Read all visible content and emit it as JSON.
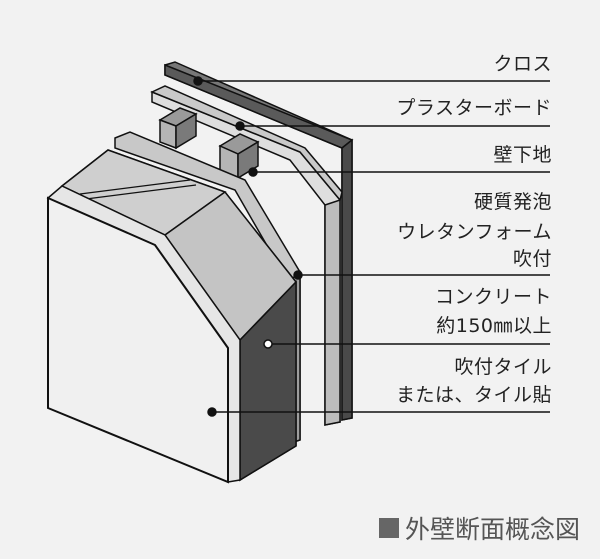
{
  "labels": {
    "cloth": "クロス",
    "plasterboard": "プラスターボード",
    "base": "壁下地",
    "foam_line1": "硬質発泡",
    "foam_line2": "ウレタンフォーム",
    "foam_line3": "吹付",
    "concrete_line1": "コンクリート",
    "concrete_line2": "約150㎜以上",
    "tile_line1": "吹付タイル",
    "tile_line2": "または、タイル貼"
  },
  "caption": {
    "text": "外壁断面概念図"
  },
  "colors": {
    "background": "#f2f2f2",
    "outline": "#111111",
    "cloth": "#5a5a5a",
    "board": "#d2d2d2",
    "stud": "#8c8c8c",
    "foam": "#c8c8c8",
    "concrete_side": "#4a4a4a",
    "tile_face": "#f0f0f0"
  }
}
